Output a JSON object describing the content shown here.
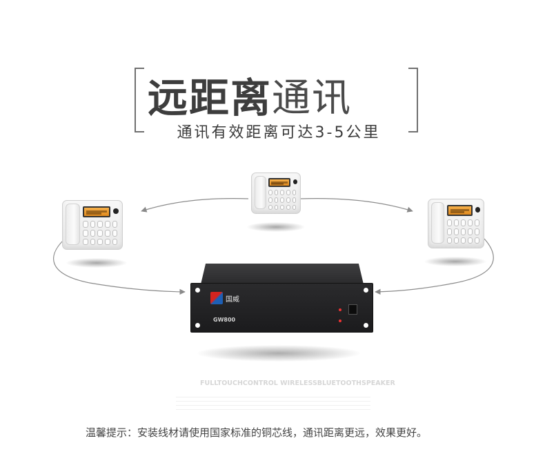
{
  "heading": {
    "title_bold": "远距离",
    "title_light": "通讯",
    "subtitle": "通讯有效距离可达3-5公里"
  },
  "device": {
    "logo_text": "国威",
    "model": "GW800",
    "led_labels": [
      "",
      ""
    ]
  },
  "footer": {
    "reflection_text": "FULLTOUCHCONTROL WIRELESSBLUETOOTHSPEAKER",
    "tip": "温馨提示：安装线材请使用国家标准的铜芯线，通讯距离更远，效果更好。"
  },
  "colors": {
    "line": "#8a8a8a",
    "title": "#3d3d3d",
    "lcd": "#f0a036",
    "logo_red": "#d4241f",
    "logo_blue": "#1d5fb5"
  },
  "icons": {
    "phone": "desk-telephone-icon",
    "gateway": "gateway-device-icon",
    "arrow": "arrow-head-icon"
  }
}
